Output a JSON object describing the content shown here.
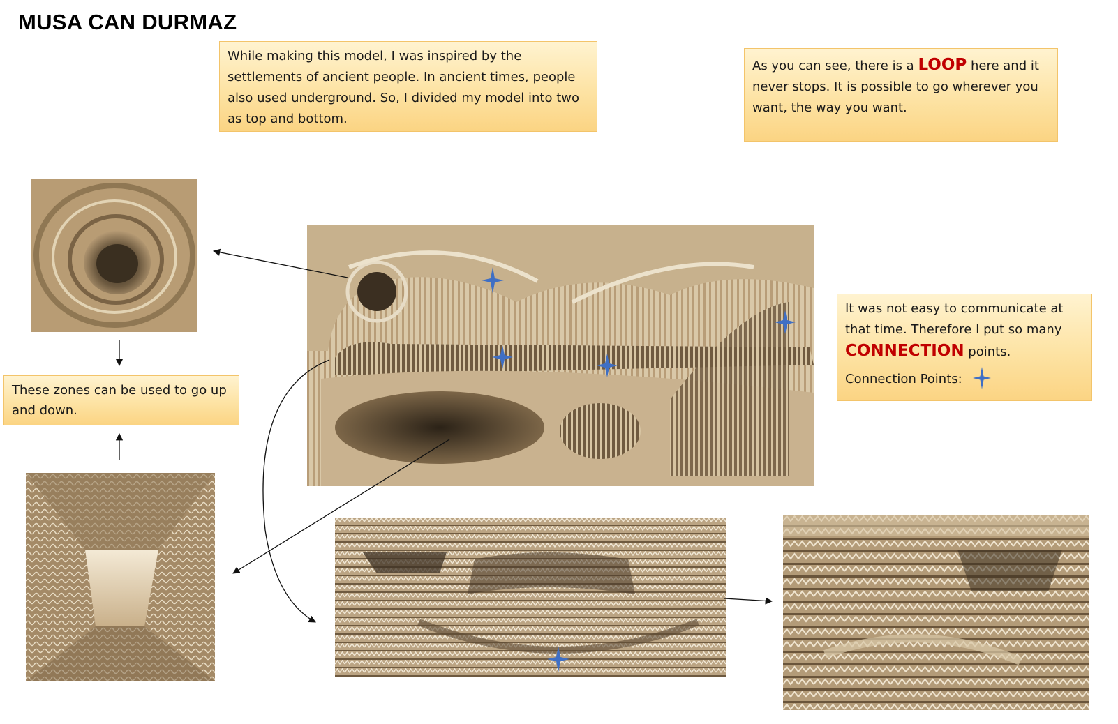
{
  "header": {
    "title": "MUSA CAN DURMAZ"
  },
  "notes": {
    "inspiration": "While making this model, I was inspired by the settlements of ancient people. In ancient times, people also used underground. So, I divided my model into two as top and bottom.",
    "loop": {
      "before": "As you can see, there is a ",
      "keyword": "LOOP",
      "after": " here and it never stops. It is possible to go wherever you want, the way you want."
    },
    "connection": {
      "before": "It was not easy to communicate at that time. Therefore I put so many ",
      "keyword": "CONNECTION",
      "after": " points.",
      "legend_label": "Connection Points:"
    },
    "zones": "These zones can be used to go up and down."
  },
  "photos": {
    "main_model": "top-view-cardboard-model",
    "spiral_detail": "spiral-hole-closeup",
    "tunnel_detail": "tunnel-interior-closeup",
    "section_view": "layered-section-view",
    "section_closeup": "layered-section-closeup"
  },
  "icons": {
    "connection_point": "four-point-star-icon"
  },
  "colors": {
    "note_fill": "#fde3a4",
    "note_border": "#f3c46a",
    "keyword": "#c00000",
    "star": "#3f6fc4",
    "cardboard": "#c8b190"
  }
}
